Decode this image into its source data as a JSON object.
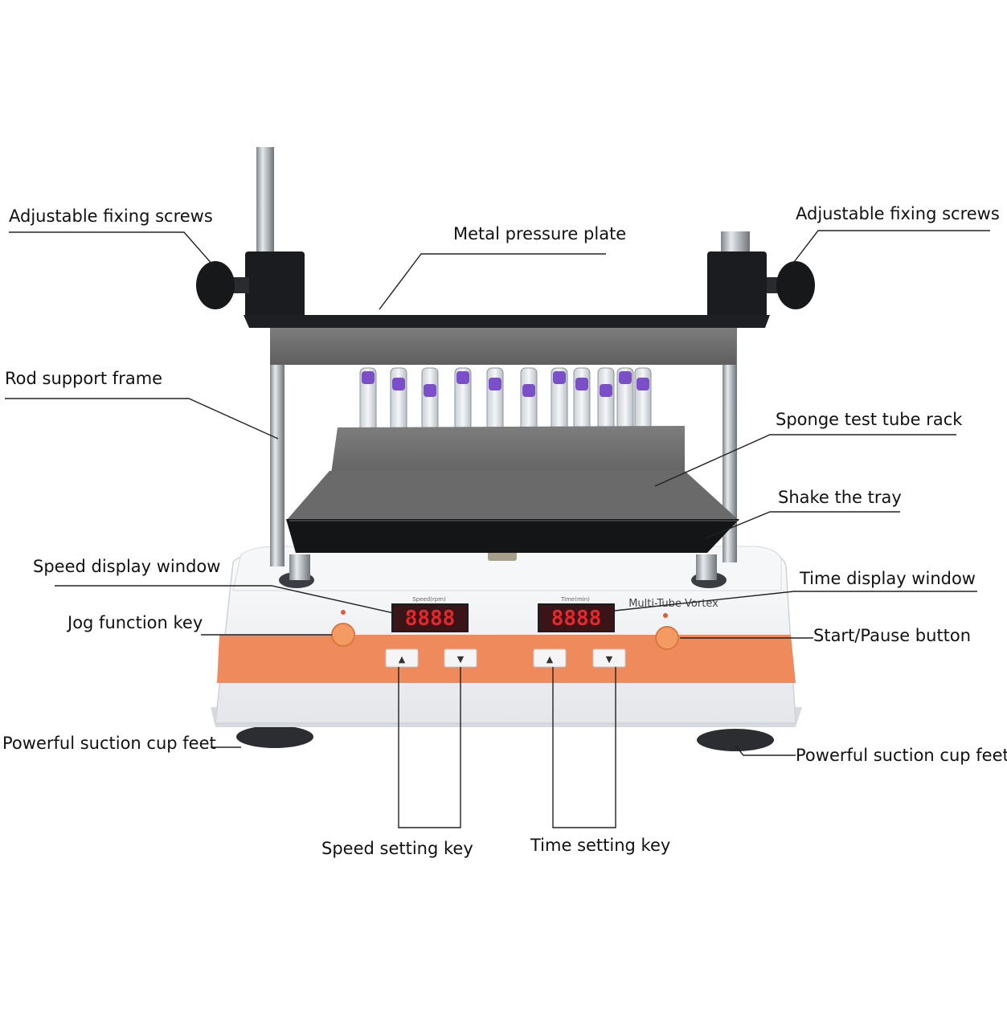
{
  "labels": {
    "adjustable_fixing_screws_left": "Adjustable fixing screws",
    "metal_pressure_plate": "Metal pressure plate",
    "adjustable_fixing_screws_right": "Adjustable fixing screws",
    "rod_support_frame": "Rod support frame",
    "sponge_test_tube_rack": "Sponge test tube rack",
    "shake_the_tray": "Shake the tray",
    "speed_display_window": "Speed display window",
    "time_display_window": "Time display window",
    "jog_function_key": "Jog function key",
    "start_pause_button": "Start/Pause button",
    "powerful_suction_cup_feet_left": "Powerful suction cup feet",
    "powerful_suction_cup_feet_right": "Powerful suction cup feet",
    "speed_setting_key": "Speed setting key",
    "time_setting_key": "Time setting key"
  },
  "device": {
    "brand_text": "Multi-Tube Vortex",
    "speed_display_caption": "Speed(rpm)",
    "time_display_caption": "Time(min)",
    "speed_display_value": "8888",
    "time_display_value": "8888",
    "up_key_glyph": "▲",
    "down_key_glyph": "▼"
  },
  "colors": {
    "orange_panel": "#ee8a5c",
    "body_white": "#f1f2f4",
    "sponge_gray": "#6f6f6f",
    "led_red": "#e8262b",
    "tube_purple": "#7a4fc7"
  }
}
